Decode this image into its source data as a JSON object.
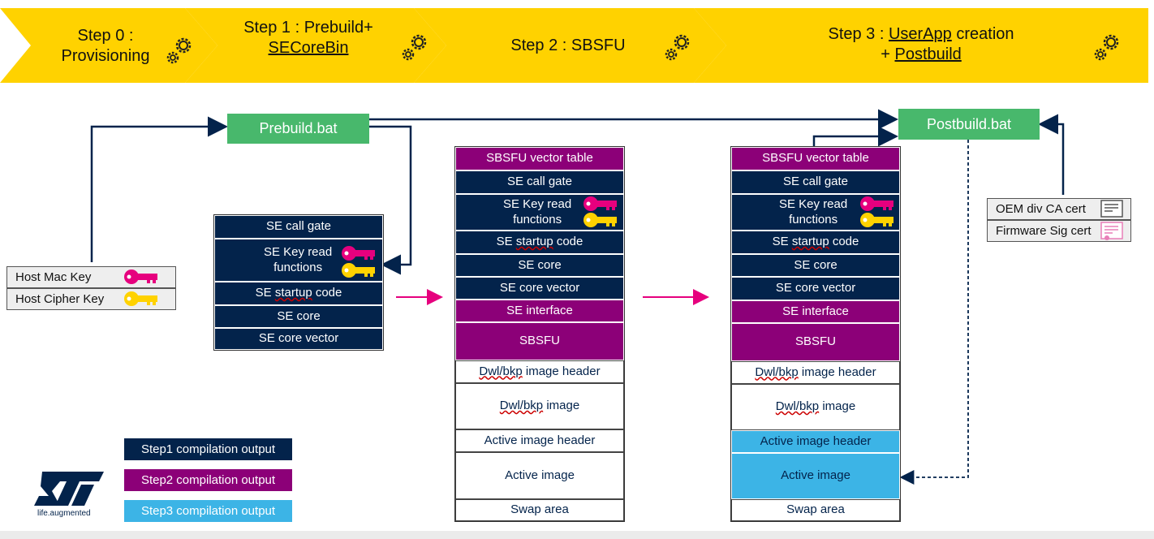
{
  "steps": [
    {
      "line1": "Step 0 :",
      "line2": "Provisioning"
    },
    {
      "line1": "Step 1 : Prebuild+",
      "line2": "SECoreBin"
    },
    {
      "line1": "Step 2 : SBSFU"
    },
    {
      "line1_a": "Step 3 : ",
      "line1_b": "UserApp",
      "line1_c": " creation",
      "line2_a": "+ ",
      "line2_b": "Postbuild"
    }
  ],
  "scripts": {
    "prebuild": "Prebuild.bat",
    "postbuild": "Postbuild.bat"
  },
  "host_keys": {
    "mac": "Host Mac Key",
    "cipher": "Host Cipher Key"
  },
  "certs": {
    "oem": "OEM div CA cert",
    "fw": "Firmware Sig cert"
  },
  "step1_stack": {
    "call_gate": "SE call gate",
    "key_read_1": "SE Key read",
    "key_read_2": "functions",
    "startup_a": "SE ",
    "startup_b": "startup",
    "startup_c": " code",
    "core": "SE core",
    "core_vector": "SE core vector"
  },
  "step2_stack": {
    "vector_table": "SBSFU vector table",
    "call_gate": "SE call gate",
    "key_read_1": "SE Key read",
    "key_read_2": "functions",
    "startup_a": "SE ",
    "startup_b": "startup",
    "startup_c": " code",
    "core": "SE core",
    "core_vector": "SE core vector",
    "interface": "SE interface",
    "sbsfu": "SBSFU",
    "dwl_header_a": "Dwl/bkp",
    "dwl_header_b": " image header",
    "dwl_image_a": "Dwl/bkp",
    "dwl_image_b": " image",
    "active_header": "Active image header",
    "active_image": "Active image",
    "swap": "Swap area"
  },
  "step3_stack": {
    "vector_table": "SBSFU vector table",
    "call_gate": "SE call gate",
    "key_read_1": "SE Key read",
    "key_read_2": "functions",
    "startup_a": "SE ",
    "startup_b": "startup",
    "startup_c": " code",
    "core": "SE core",
    "core_vector": "SE core vector",
    "interface": "SE interface",
    "sbsfu": "SBSFU",
    "dwl_header_a": "Dwl/bkp",
    "dwl_header_b": " image header",
    "dwl_image_a": "Dwl/bkp",
    "dwl_image_b": " image",
    "active_header": "Active image header",
    "active_image": "Active image",
    "swap": "Swap area"
  },
  "legend": {
    "step1": "Step1 compilation output",
    "step2": "Step2 compilation output",
    "step3": "Step3 compilation output"
  },
  "logo": {
    "tagline": "life.augmented",
    "mark": "ST"
  },
  "colors": {
    "banner": "#ffd200",
    "navy": "#03234b",
    "purple": "#8c0078",
    "cyan": "#3cb4e6",
    "green": "#48b86c",
    "magenta_key": "#e6007e",
    "yellow_key": "#ffd200"
  },
  "icons": [
    "gear-icon",
    "key-icon",
    "certificate-icon",
    "st-logo"
  ]
}
